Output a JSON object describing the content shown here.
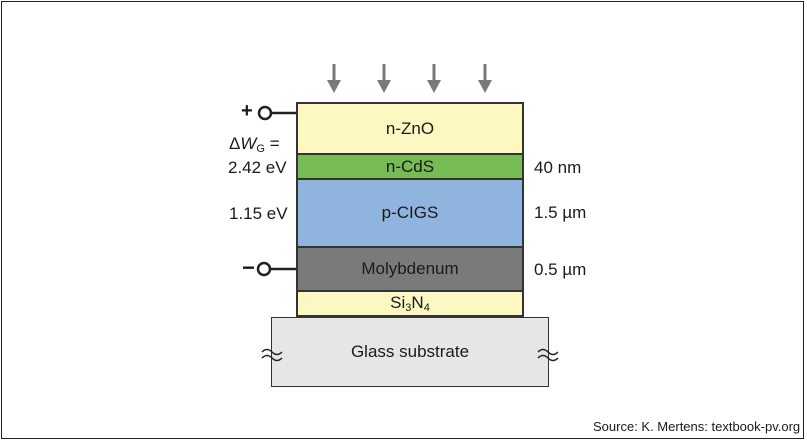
{
  "layers": {
    "zno": {
      "label": "n-ZnO",
      "color": "#fdf8c2"
    },
    "cds": {
      "label": "n-CdS",
      "color": "#77bb55"
    },
    "cigs": {
      "label": "p-CIGS",
      "color": "#8fb4dd"
    },
    "moly": {
      "label": "Molybdenum",
      "color": "#7a7a7a"
    },
    "si3n4": {
      "main": "Si",
      "sub1": "3",
      "mid": "N",
      "sub2": "4",
      "color": "#fdf8c2"
    },
    "glass": {
      "label": "Glass substrate",
      "color": "#e6e6e6"
    }
  },
  "terminals": {
    "plus": "+",
    "minus": "−"
  },
  "left_labels": {
    "delta_symbol": "Δ",
    "w_symbol": "W",
    "w_sub": "G",
    "equals": " =",
    "cds_gap": "2.42 eV",
    "cigs_gap": "1.15 eV"
  },
  "right_labels": {
    "cds_thickness": "40 nm",
    "cigs_thickness": "1.5 µm",
    "moly_thickness": "0.5 µm"
  },
  "source": "Source: K. Mertens: textbook-pv.org",
  "colors": {
    "arrow": "#7a7a7a",
    "outline": "#333333"
  }
}
